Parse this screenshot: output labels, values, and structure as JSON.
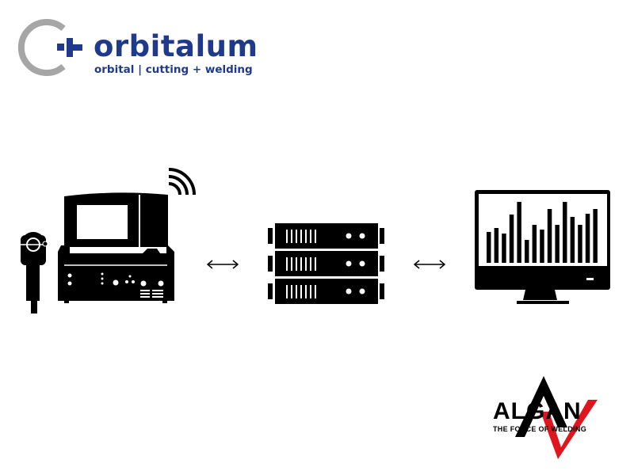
{
  "orbitalum_logo": {
    "name": "orbitalum",
    "tagline": "orbital | cutting + welding",
    "color": "#1f3a8a",
    "ring_color": "#a6a6a6"
  },
  "diagram": {
    "nodes": [
      "welding-machine",
      "server",
      "monitor"
    ],
    "arrows": [
      "bidirectional",
      "bidirectional"
    ]
  },
  "algan_logo": {
    "name": "ALGAN",
    "tagline": "THE FORCE OF WELDING",
    "accent_color": "#e0161e"
  }
}
